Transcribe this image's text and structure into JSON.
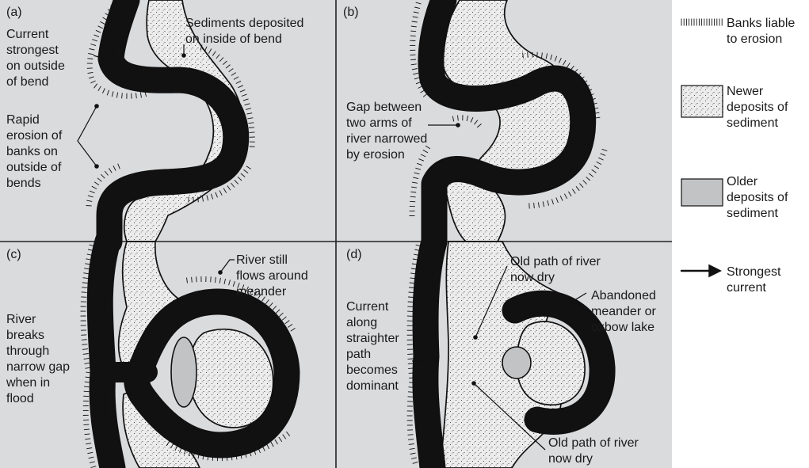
{
  "colors": {
    "panel_background": "#dadbdd",
    "older_deposits": "#c2c3c5",
    "newer_deposits": "#ececec",
    "river": "#ffffff",
    "ink": "#111111"
  },
  "panels": {
    "a": {
      "tag": "(a)",
      "current_label": [
        "Current",
        "strongest",
        "on outside",
        "of bend"
      ],
      "sediment_label": [
        "Sediments deposited",
        "on inside of bend"
      ],
      "erosion_label": [
        "Rapid",
        "erosion of",
        "banks on",
        "outside of",
        "bends"
      ]
    },
    "b": {
      "tag": "(b)",
      "gap_label": [
        "Gap between",
        "two arms of",
        "river narrowed",
        "by erosion"
      ]
    },
    "c": {
      "tag": "(c)",
      "meander_label": [
        "River still",
        "flows around",
        "meander"
      ],
      "breakthrough_label": [
        "River",
        "breaks",
        "through",
        "narrow gap",
        "when in",
        "flood"
      ]
    },
    "d": {
      "tag": "(d)",
      "current_label": [
        "Current",
        "along",
        "straighter",
        "path",
        "becomes",
        "dominant"
      ],
      "old_path_top_label": [
        "Old path of river",
        "now dry"
      ],
      "oxbow_label": [
        "Abandoned",
        "meander or",
        "oxbow lake"
      ],
      "old_path_bottom_label": [
        "Old path of river",
        "now dry"
      ]
    }
  },
  "legend": {
    "banks": [
      "Banks liable",
      "to erosion"
    ],
    "newer": [
      "Newer",
      "deposits of",
      "sediment"
    ],
    "older": [
      "Older",
      "deposits of",
      "sediment"
    ],
    "current": [
      "Strongest",
      "current"
    ]
  }
}
